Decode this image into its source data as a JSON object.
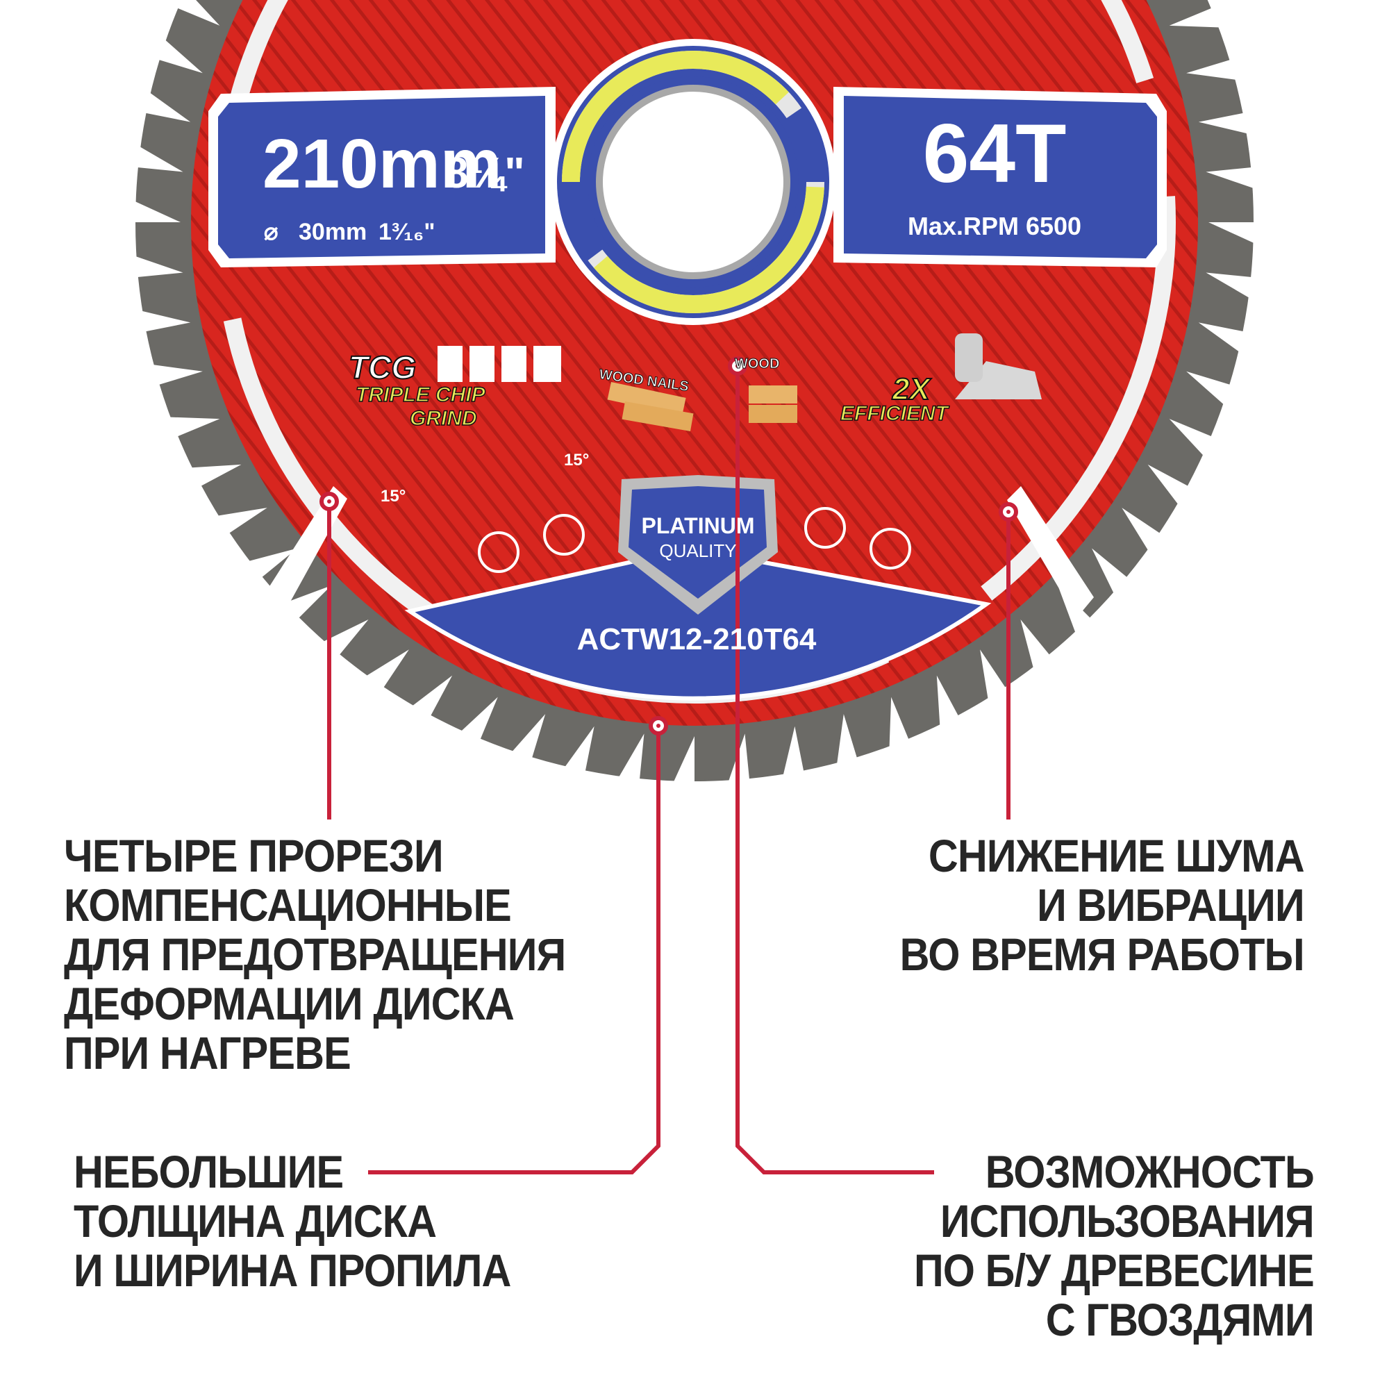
{
  "blade": {
    "size_main": "210mm",
    "size_inch": "8¼\"",
    "bore": "30mm",
    "bore_inch": "1³⁄₁₆\"",
    "bore_symbol": "⌀",
    "teeth": "64T",
    "max_rpm": "Max.RPM 6500",
    "model": "ACTW12-210T64",
    "badge_line1": "PLATINUM",
    "badge_line2": "QUALITY",
    "tcg_short": "TCG",
    "tcg_line1": "TRIPLE CHIP",
    "tcg_line2": "GRIND",
    "wood_nails": "WOOD NAILS",
    "wood": "WOOD",
    "efficient_line1": "2X",
    "efficient_line2": "EFFICIENT",
    "angle_left": "15°",
    "angle_right": "15°",
    "colors": {
      "red": "#d8261f",
      "blue": "#3a4fae",
      "steel": "#6b6a66",
      "yellow": "#e8ea5a",
      "callout": "#c8213a",
      "text": "#262626"
    }
  },
  "callouts": [
    {
      "id": "expansion-slots",
      "lines": [
        "ЧЕТЫРЕ ПРОРЕЗИ",
        "КОМПЕНСАЦИОННЫЕ",
        "ДЛЯ ПРЕДОТВРАЩЕНИЯ",
        "ДЕФОРМАЦИИ ДИСКА",
        "ПРИ НАГРЕВЕ"
      ]
    },
    {
      "id": "noise-reduction",
      "lines": [
        "СНИЖЕНИЕ ШУМА",
        "И ВИБРАЦИИ",
        "ВО ВРЕМЯ РАБОТЫ"
      ]
    },
    {
      "id": "thin-kerf",
      "lines": [
        "НЕБОЛЬШИЕ",
        "ТОЛЩИНА ДИСКА",
        "И ШИРИНА ПРОПИЛА"
      ]
    },
    {
      "id": "nail-wood",
      "lines": [
        "ВОЗМОЖНОСТЬ",
        "ИСПОЛЬЗОВАНИЯ",
        "ПО Б/У ДРЕВЕСИНЕ",
        "С ГВОЗДЯМИ"
      ]
    }
  ]
}
